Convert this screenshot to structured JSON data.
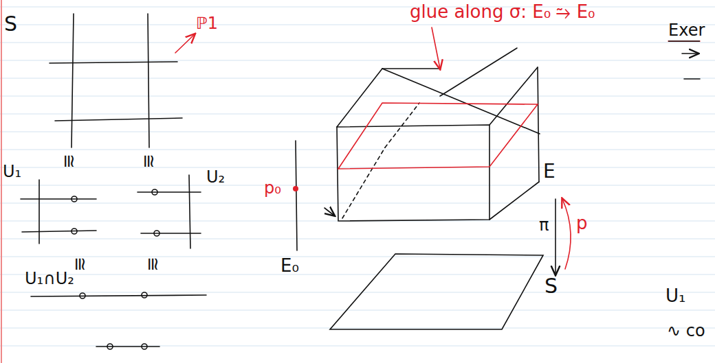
{
  "diagram": {
    "labels": [
      "S",
      "ℙ1",
      "≅",
      "≅",
      "U₁",
      "U₂",
      "≅",
      "≅",
      "U₁∩U₂",
      "glue along σ: E₀ ⥲ E₀",
      "p₀",
      "E₀",
      "E",
      "π",
      "p",
      "S",
      "Exer",
      "U₁",
      "∿ co"
    ]
  }
}
